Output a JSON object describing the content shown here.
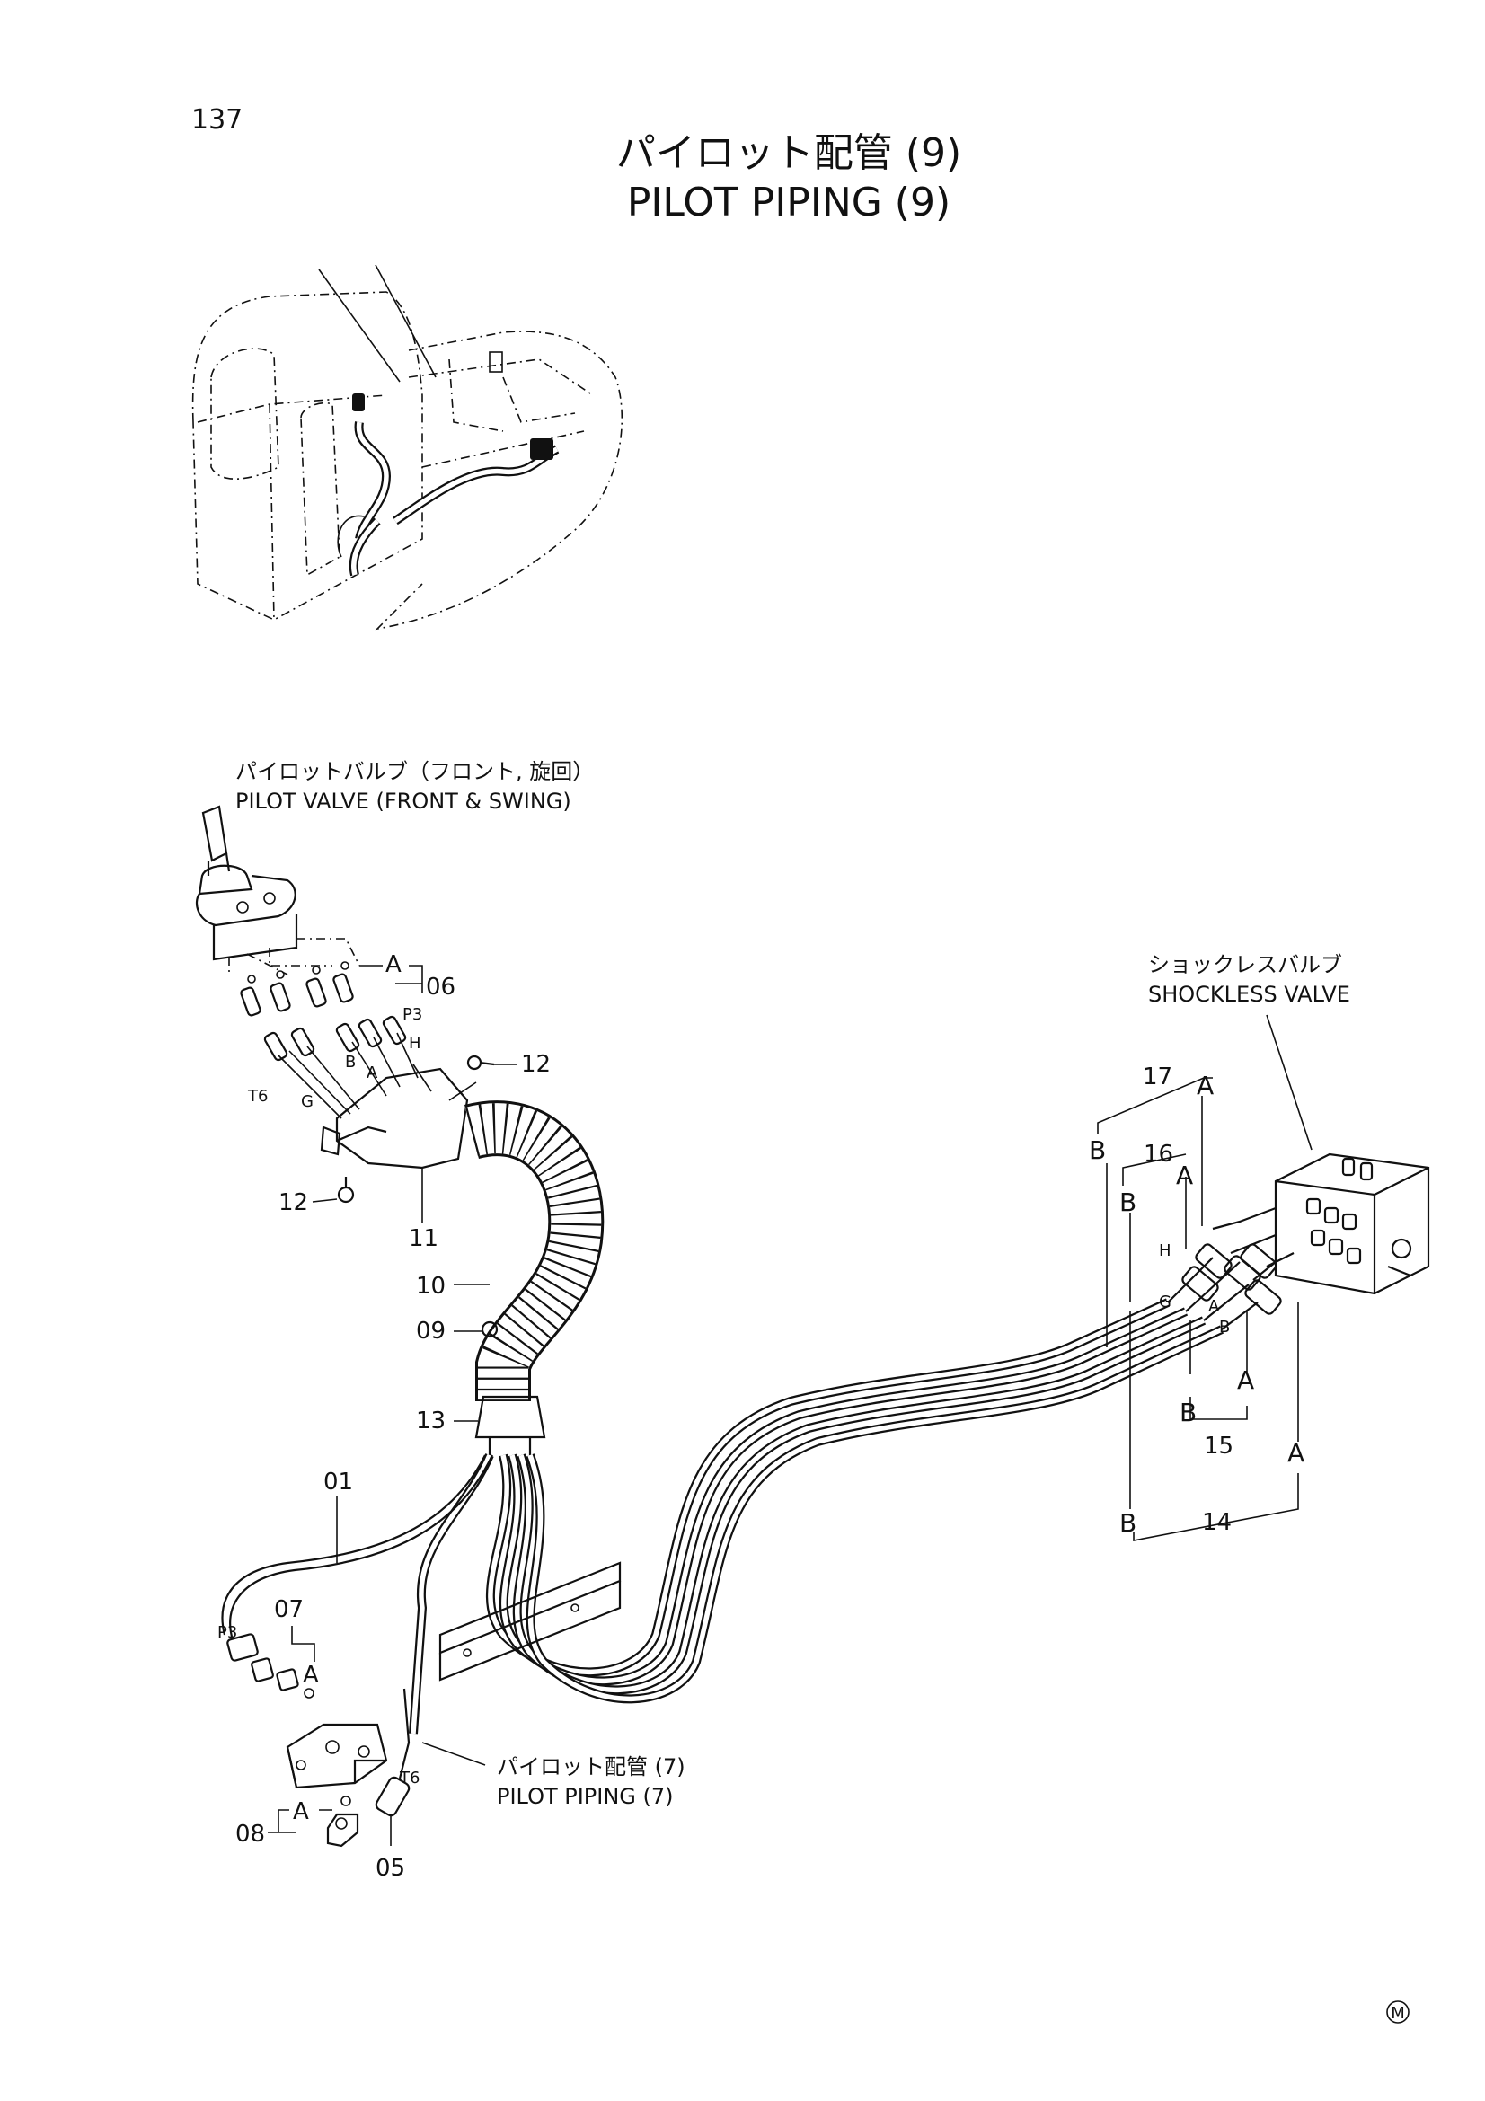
{
  "page": {
    "number": "137",
    "title_ja": "パイロット配管 (9)",
    "title_en": "PILOT PIPING (9)",
    "mark": "M"
  },
  "callouts": {
    "pilot_valve_ja": "パイロットバルブ（フロント, 旋回）",
    "pilot_valve_en": "PILOT VALVE (FRONT & SWING)",
    "shockless_ja": "ショックレスバルブ",
    "shockless_en": "SHOCKLESS VALVE",
    "pilot_piping7_ja": "パイロット配管 (7)",
    "pilot_piping7_en": "PILOT PIPING (7)"
  },
  "part_numbers": {
    "p01": "01",
    "p05": "05",
    "p06": "06",
    "p07": "07",
    "p08": "08",
    "p09": "09",
    "p10": "10",
    "p11": "11",
    "p12a": "12",
    "p12b": "12",
    "p13": "13",
    "p14": "14",
    "p15": "15",
    "p16": "16",
    "p17": "17"
  },
  "port_labels": {
    "a": "A",
    "b": "B",
    "g": "G",
    "h": "H",
    "p3": "P3",
    "t6": "T6"
  }
}
